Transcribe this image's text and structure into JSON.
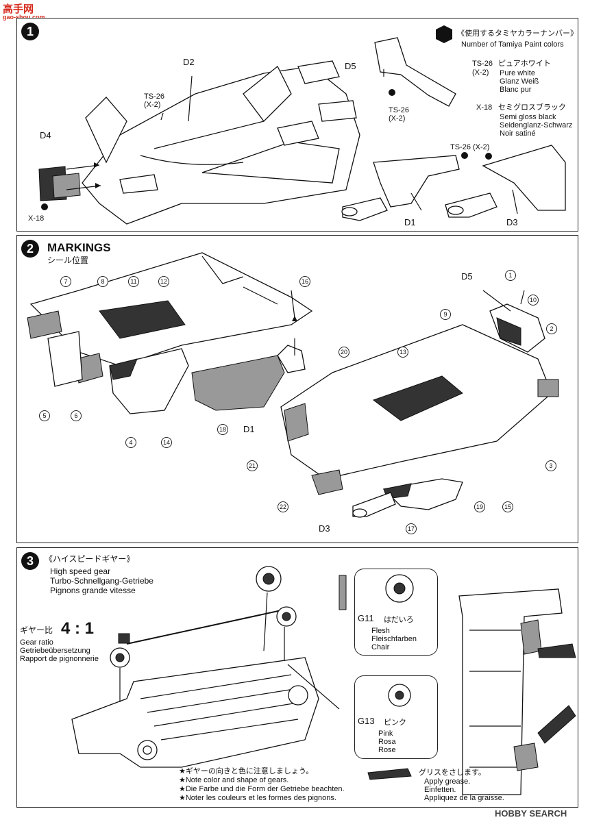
{
  "watermark": {
    "brand": "高手网",
    "url": "gao-shou.com",
    "footer": "HOBBY SEARCH"
  },
  "colors": {
    "ink": "#111111",
    "panel_border": "#222222",
    "accent_red": "#d52b1e"
  },
  "step1": {
    "number": "1",
    "paint_title": "《使用するタミヤカラーナンバー》",
    "paint_subtitle": "Number of Tamiya Paint colors",
    "ts26_code": "TS-26",
    "ts26_qty": "(X-2)",
    "ts26_jp": "ピュアホワイト",
    "ts26_names": [
      "Pure white",
      "Glanz Weiß",
      "Blanc pur"
    ],
    "x18_code": "X-18",
    "x18_jp": "セミグロスブラック",
    "x18_names": [
      "Semi gloss black",
      "Seidenglanz-Schwarz",
      "Noir satiné"
    ],
    "labels": {
      "d2": "D2",
      "d4": "D4",
      "d5": "D5",
      "d1": "D1",
      "d3": "D3",
      "ts26_body": "TS-26\n(X-2)",
      "ts26_wing": "TS-26\n(X-2)",
      "ts26_pods": "TS-26 (X-2)",
      "x18_d4": "X-18"
    }
  },
  "step2": {
    "number": "2",
    "title": "MARKINGS",
    "subtitle": "シール位置",
    "labels": {
      "d5": "D5",
      "d1": "D1",
      "d3": "D3"
    },
    "callouts": [
      "7",
      "8",
      "11",
      "12",
      "16",
      "5",
      "6",
      "4",
      "14",
      "18",
      "1",
      "10",
      "2",
      "9",
      "20",
      "13",
      "21",
      "3",
      "15",
      "22",
      "17",
      "19"
    ]
  },
  "step3": {
    "number": "3",
    "title": "《ハイスピードギヤー》",
    "names": [
      "High speed gear",
      "Turbo-Schnellgang-Getriebe",
      "Pignons grande vitesse"
    ],
    "ratio_jp": "ギヤー比",
    "ratio": "4 : 1",
    "ratio_names": [
      "Gear ratio",
      "Getriebeübersetzung",
      "Rapport de pignonnerie"
    ],
    "g11": {
      "code": "G11",
      "jp": "はだいろ",
      "names": [
        "Flesh",
        "Fleischfarben",
        "Chair"
      ]
    },
    "g13": {
      "code": "G13",
      "jp": "ピンク",
      "names": [
        "Pink",
        "Rosa",
        "Rose"
      ]
    },
    "notes": [
      "★ギヤーの向きと色に注意しましょう。",
      "★Note color and shape of gears.",
      "★Die Farbe und die Form der Getriebe beachten.",
      "★Noter les couleurs et les formes des pignons."
    ],
    "grease_jp": "グリスをさします。",
    "grease_names": [
      "Apply grease.",
      "Einfetten.",
      "Appliquez de la graisse."
    ]
  }
}
